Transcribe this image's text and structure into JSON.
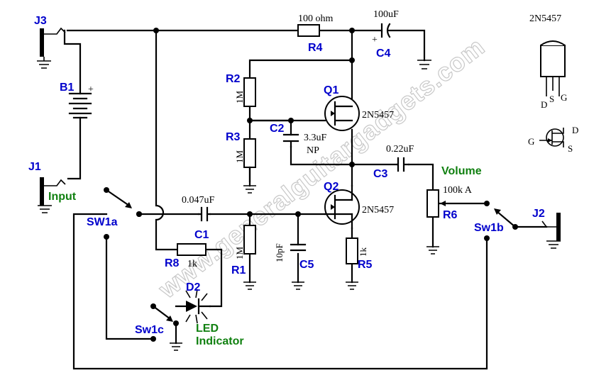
{
  "watermark": "www.generalguitargadgets.com",
  "refs": {
    "J3": "J3",
    "J1": "J1",
    "J2": "J2",
    "B1": "B1",
    "R1": "R1",
    "R2": "R2",
    "R3": "R3",
    "R4": "R4",
    "R5": "R5",
    "R6": "R6",
    "R8": "R8",
    "C1": "C1",
    "C2": "C2",
    "C3": "C3",
    "C4": "C4",
    "C5": "C5",
    "Q1": "Q1",
    "Q2": "Q2",
    "D2": "D2",
    "SW1a": "SW1a",
    "Sw1b": "Sw1b",
    "Sw1c": "Sw1c"
  },
  "values": {
    "R4": "100 ohm",
    "C4": "100uF",
    "R2": "1M",
    "R3": "1M",
    "C2a": "3.3uF",
    "C2b": "NP",
    "Q1": "2N5457",
    "Q2": "2N5457",
    "C3": "0.22uF",
    "R6": "100k A",
    "C1": "0.047uF",
    "R1": "1M",
    "C5": "10pF",
    "R5": "1k",
    "R8": "1k"
  },
  "labels": {
    "input": "Input",
    "volume": "Volume",
    "led1": "LED",
    "led2": "Indicator"
  },
  "polarity": {
    "plus": "+"
  },
  "pinout": {
    "title": "2N5457",
    "d": "D",
    "s": "S",
    "g": "G"
  }
}
